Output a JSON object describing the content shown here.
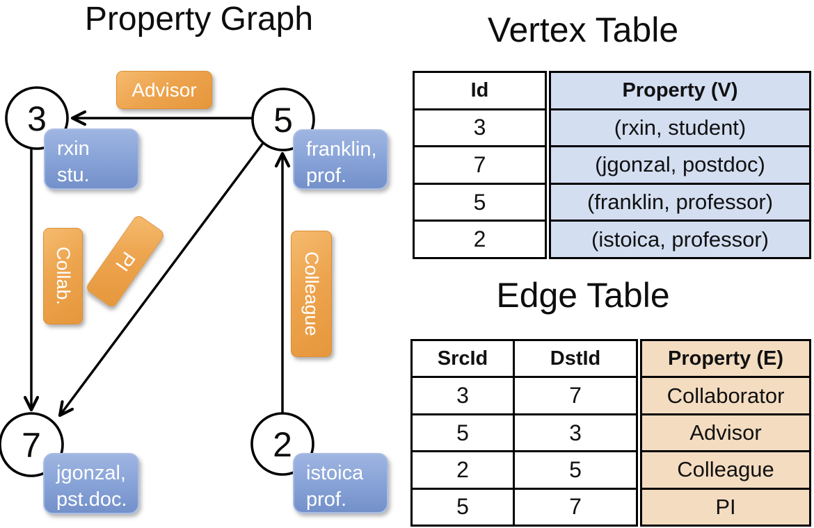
{
  "graph": {
    "title": "Property Graph",
    "nodes": [
      {
        "id": "3",
        "prop_line1": "rxin",
        "prop_line2": "stu."
      },
      {
        "id": "5",
        "prop_line1": "franklin,",
        "prop_line2": "prof."
      },
      {
        "id": "7",
        "prop_line1": "jgonzal,",
        "prop_line2": "pst.doc."
      },
      {
        "id": "2",
        "prop_line1": "istoica",
        "prop_line2": "prof."
      }
    ],
    "edge_labels": {
      "advisor": "Advisor",
      "collab": "Collab.",
      "pi": "PI",
      "colleague": "Colleague"
    }
  },
  "vertex_table": {
    "title": "Vertex Table",
    "columns": [
      "Id",
      "Property (V)"
    ],
    "rows": [
      {
        "id": "3",
        "property": "(rxin, student)"
      },
      {
        "id": "7",
        "property": "(jgonzal, postdoc)"
      },
      {
        "id": "5",
        "property": "(franklin, professor)"
      },
      {
        "id": "2",
        "property": "(istoica, professor)"
      }
    ]
  },
  "edge_table": {
    "title": "Edge Table",
    "columns": [
      "SrcId",
      "DstId",
      "Property (E)"
    ],
    "rows": [
      {
        "src": "3",
        "dst": "7",
        "property": "Collaborator"
      },
      {
        "src": "5",
        "dst": "3",
        "property": "Advisor"
      },
      {
        "src": "2",
        "dst": "5",
        "property": "Colleague"
      },
      {
        "src": "5",
        "dst": "7",
        "property": "PI"
      }
    ]
  },
  "colors": {
    "vertex_property_fill": "#d3def1",
    "edge_property_fill": "#f4dcc1",
    "vertex_box_blue": "#8aa5d8",
    "edge_label_orange": "#eda44e",
    "line_black": "#000000"
  }
}
